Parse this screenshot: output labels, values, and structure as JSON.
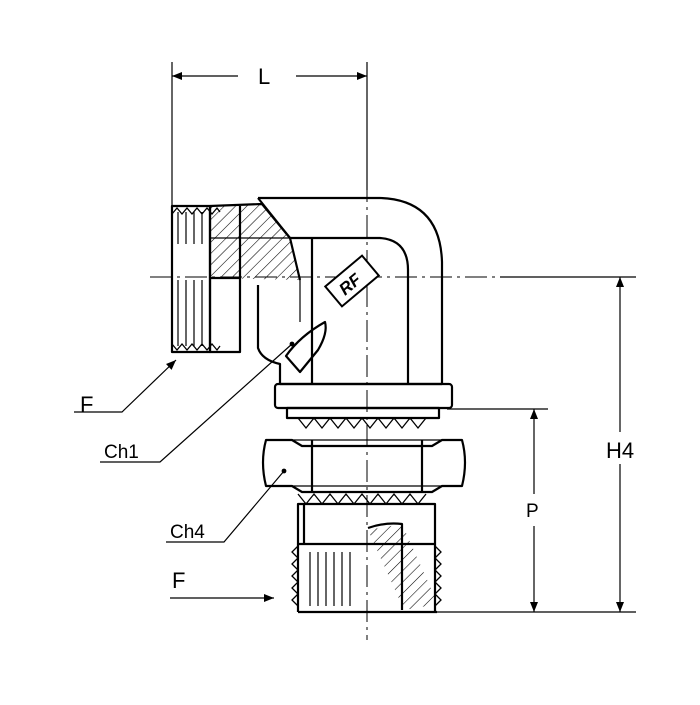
{
  "drawing": {
    "labels": {
      "length": "L",
      "height": "H4",
      "port_depth": "P",
      "thread_upper": "F",
      "thread_lower": "F",
      "wrench_body": "Ch1",
      "wrench_nut": "Ch4"
    },
    "logo_text": "RF"
  }
}
